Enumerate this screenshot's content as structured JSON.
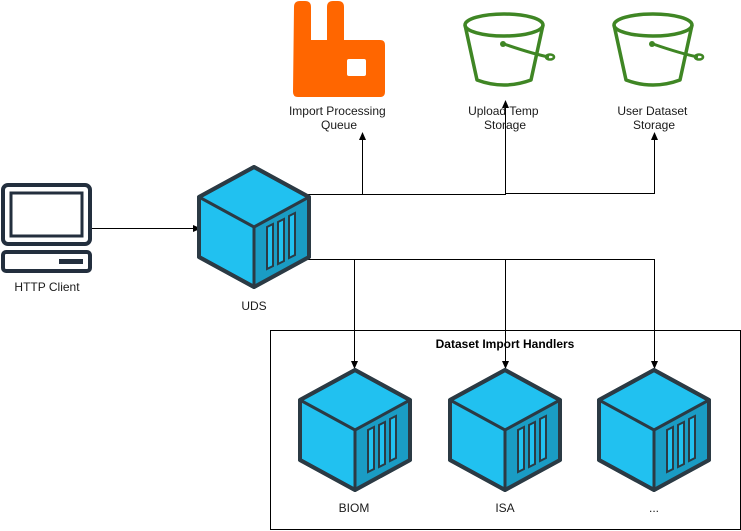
{
  "nodes": {
    "http_client": {
      "label": "HTTP Client",
      "icon": "computer-icon"
    },
    "uds": {
      "label": "UDS",
      "icon": "container-icon"
    },
    "import_queue": {
      "label_lines": [
        "Import Processing",
        "Queue"
      ],
      "icon": "rabbitmq-icon"
    },
    "upload_temp": {
      "label_lines": [
        "Upload Temp",
        "Storage"
      ],
      "icon": "storage-bucket-icon"
    },
    "user_dataset": {
      "label_lines": [
        "User Dataset",
        "Storage"
      ],
      "icon": "storage-bucket-icon"
    },
    "handlers_group": {
      "title": "Dataset Import Handlers"
    },
    "biom": {
      "label": "BIOM",
      "icon": "container-icon"
    },
    "isa": {
      "label": "ISA",
      "icon": "container-icon"
    },
    "more": {
      "label": "...",
      "icon": "container-icon"
    }
  },
  "colors": {
    "queue_orange": "#ff6600",
    "bucket_green": "#3f8624",
    "cube_light": "#21c1f0",
    "cube_dark": "#1a9cc4",
    "cube_outline": "#2b3a44",
    "computer_outline": "#232f3e"
  }
}
